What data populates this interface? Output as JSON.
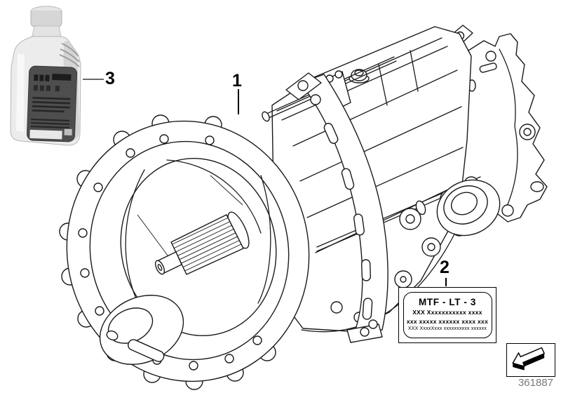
{
  "diagram": {
    "background": "#ffffff",
    "line_color": "#1a1a1a",
    "image_number": "361887",
    "image_number_color": "#7a7a7a",
    "callouts": [
      {
        "label": "1"
      },
      {
        "label": "2"
      },
      {
        "label": "3"
      }
    ],
    "spec_plate": {
      "title": "MTF - LT - 3",
      "lines": [
        "XXX Xxxxxxxxxxx xxxx",
        "xxx xxxxx xxxxxx xxxx xxx",
        "XXX XxxxXxxx xxxxxxxxxx xxxxxx"
      ]
    },
    "icons": {
      "direction_arrow": "3d-arrow-pointing-lower-left"
    },
    "oil_bottle": {
      "body_color": "#ececec",
      "label_color": "#4e4e4e"
    }
  }
}
